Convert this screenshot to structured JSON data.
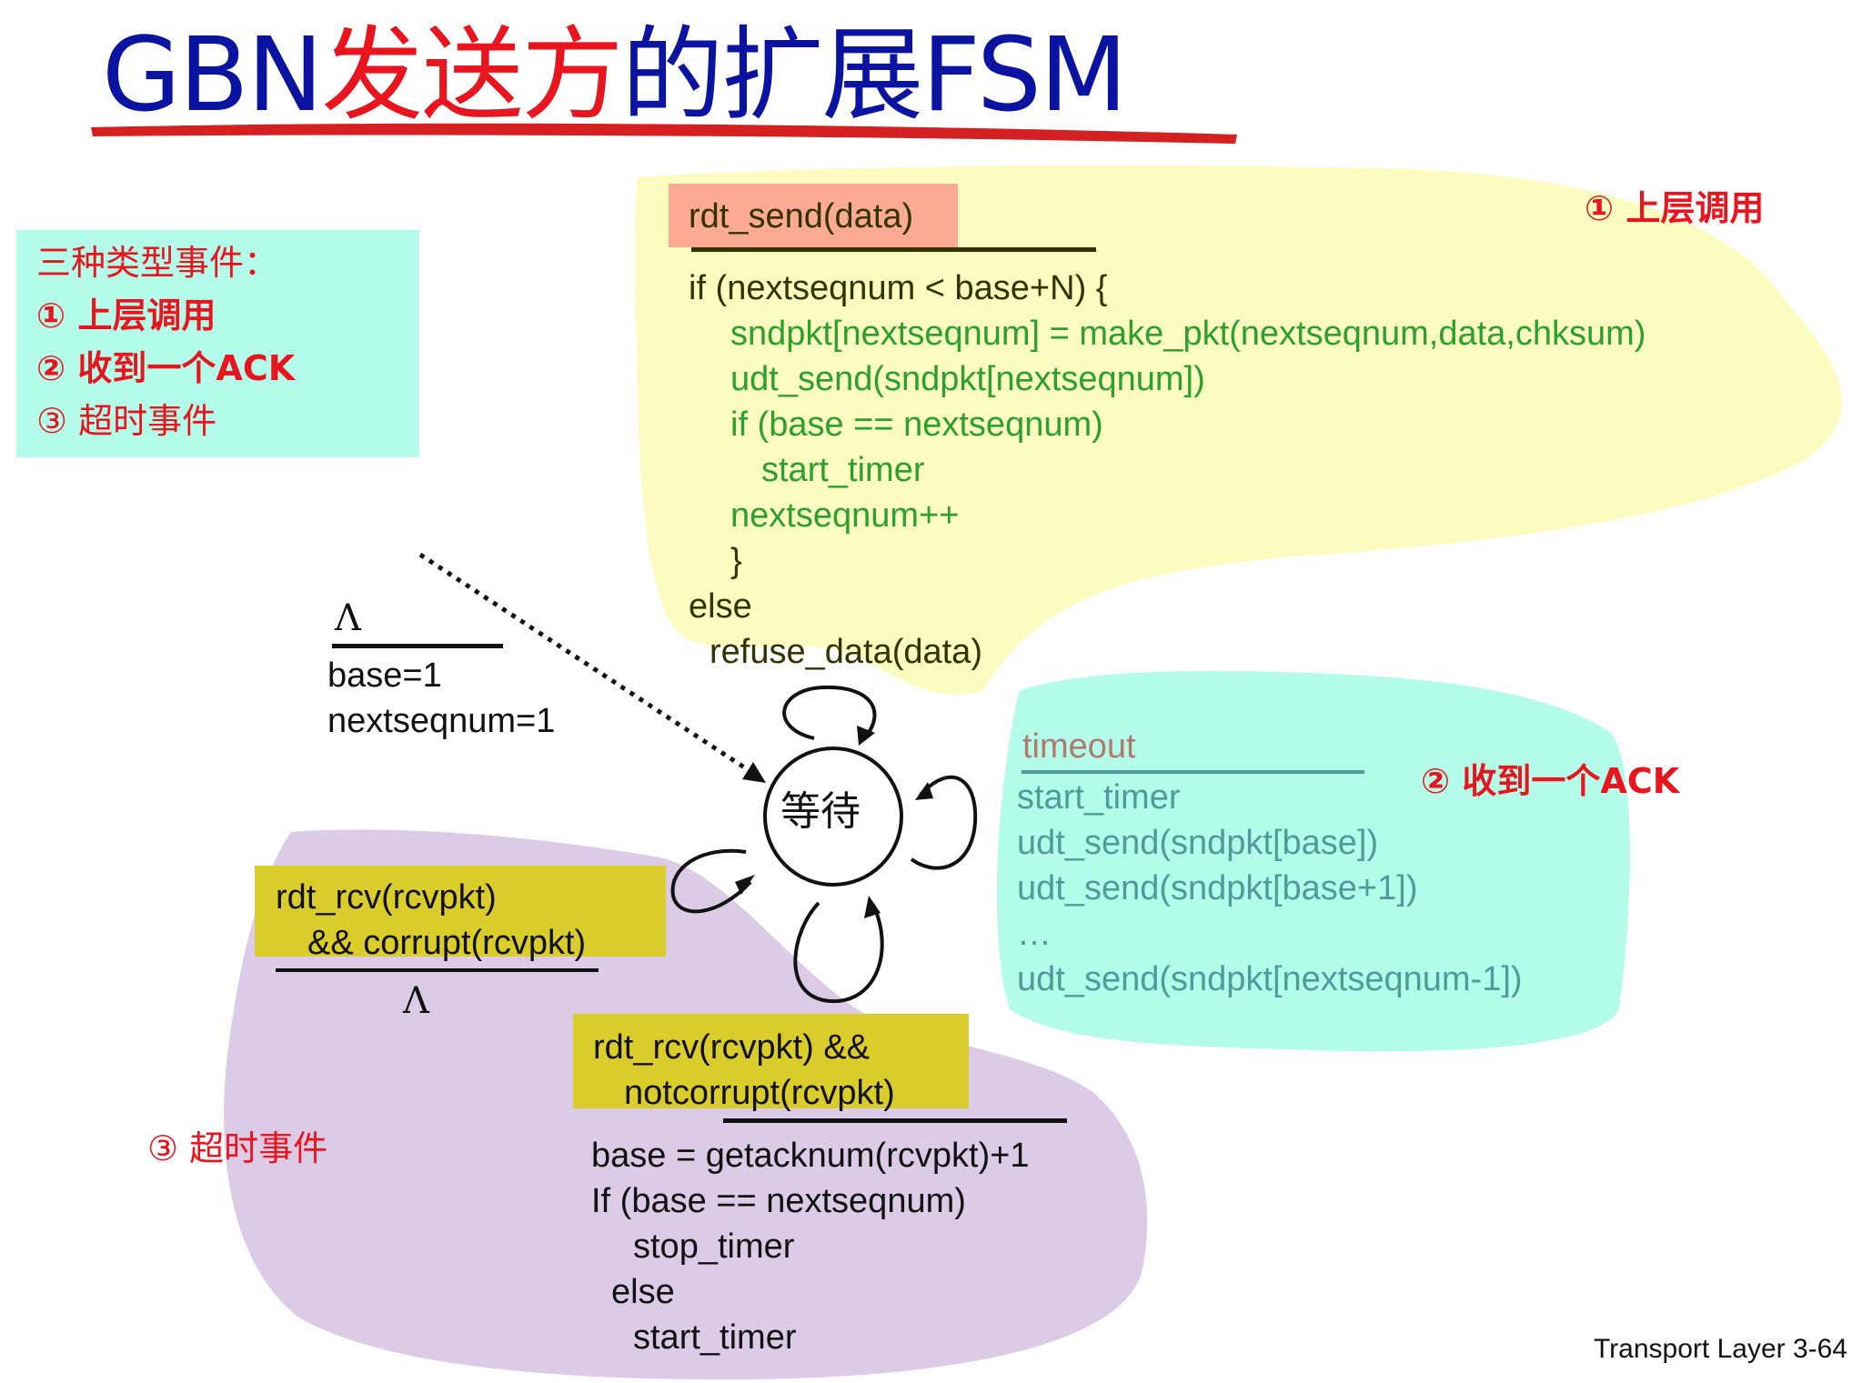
{
  "title": {
    "part1": "GBN",
    "part2": "发送方",
    "part3": "的扩展FSM"
  },
  "legend": {
    "heading": "三种类型事件：",
    "items": [
      "①  上层调用",
      "②  收到一个ACK",
      "③  超时事件"
    ]
  },
  "state": {
    "label": "等待"
  },
  "region_labels": {
    "upper": "①  上层调用",
    "ack": "②  收到一个ACK",
    "timeout": "③  超时事件"
  },
  "init": {
    "event": "Λ",
    "actions": [
      "base=1",
      "nextseqnum=1"
    ]
  },
  "send": {
    "event": "rdt_send(data)",
    "actions": [
      "if (nextseqnum < base+N) {",
      "sndpkt[nextseqnum] = make_pkt(nextseqnum,data,chksum)",
      "udt_send(sndpkt[nextseqnum])",
      "if (base == nextseqnum)",
      "start_timer",
      "nextseqnum++",
      "}",
      "else",
      "refuse_data(data)"
    ]
  },
  "timeout": {
    "event": "timeout",
    "actions": [
      "start_timer",
      "udt_send(sndpkt[base])",
      "udt_send(sndpkt[base+1])",
      "…",
      "udt_send(sndpkt[nextseqnum-1])"
    ]
  },
  "corrupt": {
    "event": [
      "rdt_rcv(rcvpkt)",
      "&& corrupt(rcvpkt)"
    ],
    "action": "Λ"
  },
  "ack": {
    "event": [
      "rdt_rcv(rcvpkt) &&",
      "notcorrupt(rcvpkt)"
    ],
    "actions": [
      "base = getacknum(rcvpkt)+1",
      "If (base == nextseqnum)",
      "stop_timer",
      "else",
      "start_timer"
    ]
  },
  "footer": "Transport Layer 3-64",
  "colors": {
    "title_blue": "#0a14a0",
    "title_red": "#e8141e",
    "underline": "#d42020",
    "yellow_blob": "#fdfcc0",
    "cyan_blob": "#b4fcea",
    "purple_blob": "#dccbe6",
    "legend_bg": "#b4fcea",
    "send_event_bg": "#fcaa96",
    "rcv_event_bg": "#d9cc2b"
  }
}
